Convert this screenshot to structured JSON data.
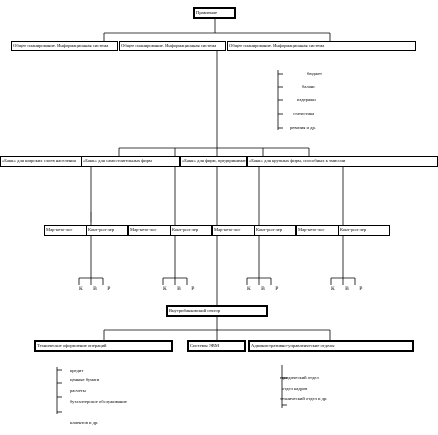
{
  "top": {
    "label": "Правление"
  },
  "level1": [
    "Общее планирование. Информационная система",
    "Общее планирование. Информационная система",
    "Общее планирование. Информационная система"
  ],
  "plan_functions": [
    "бюджет",
    "баланс",
    "издержки",
    "статистика",
    "ревизия и др."
  ],
  "segments": [
    "«Банк» для широких слоев населения",
    "«Банк» для самостоятельных фирм",
    "«Банк» для фирм, предпринимателей",
    "«Банк» для крупных фирм, способных к эмиссии"
  ],
  "segment_children": [
    [
      "Мар-кето-лог",
      "Конт-рол-лер"
    ],
    [
      "Мар-кето-лог",
      "Конт-рол-лер"
    ],
    [
      "Мар-кето-лог",
      "Конт-рол-лер"
    ],
    [
      "Мар-кето-лог",
      "Конт-рол-лер"
    ]
  ],
  "kvp_label": "К В Р",
  "internal": {
    "label": "Внутрибанковский сектор"
  },
  "internal_children": [
    "Техническое оформление операций",
    "Системы ЭВМ",
    "Административно-управленческие отделы"
  ],
  "tech_functions": [
    "кредит",
    "ценные бумаги",
    "расчеты",
    "бухгалтерское обслуживание",
    "клиентов и др."
  ],
  "admin_functions": [
    "юридический отдел",
    "отдел кадров",
    "технический отдел и др."
  ]
}
